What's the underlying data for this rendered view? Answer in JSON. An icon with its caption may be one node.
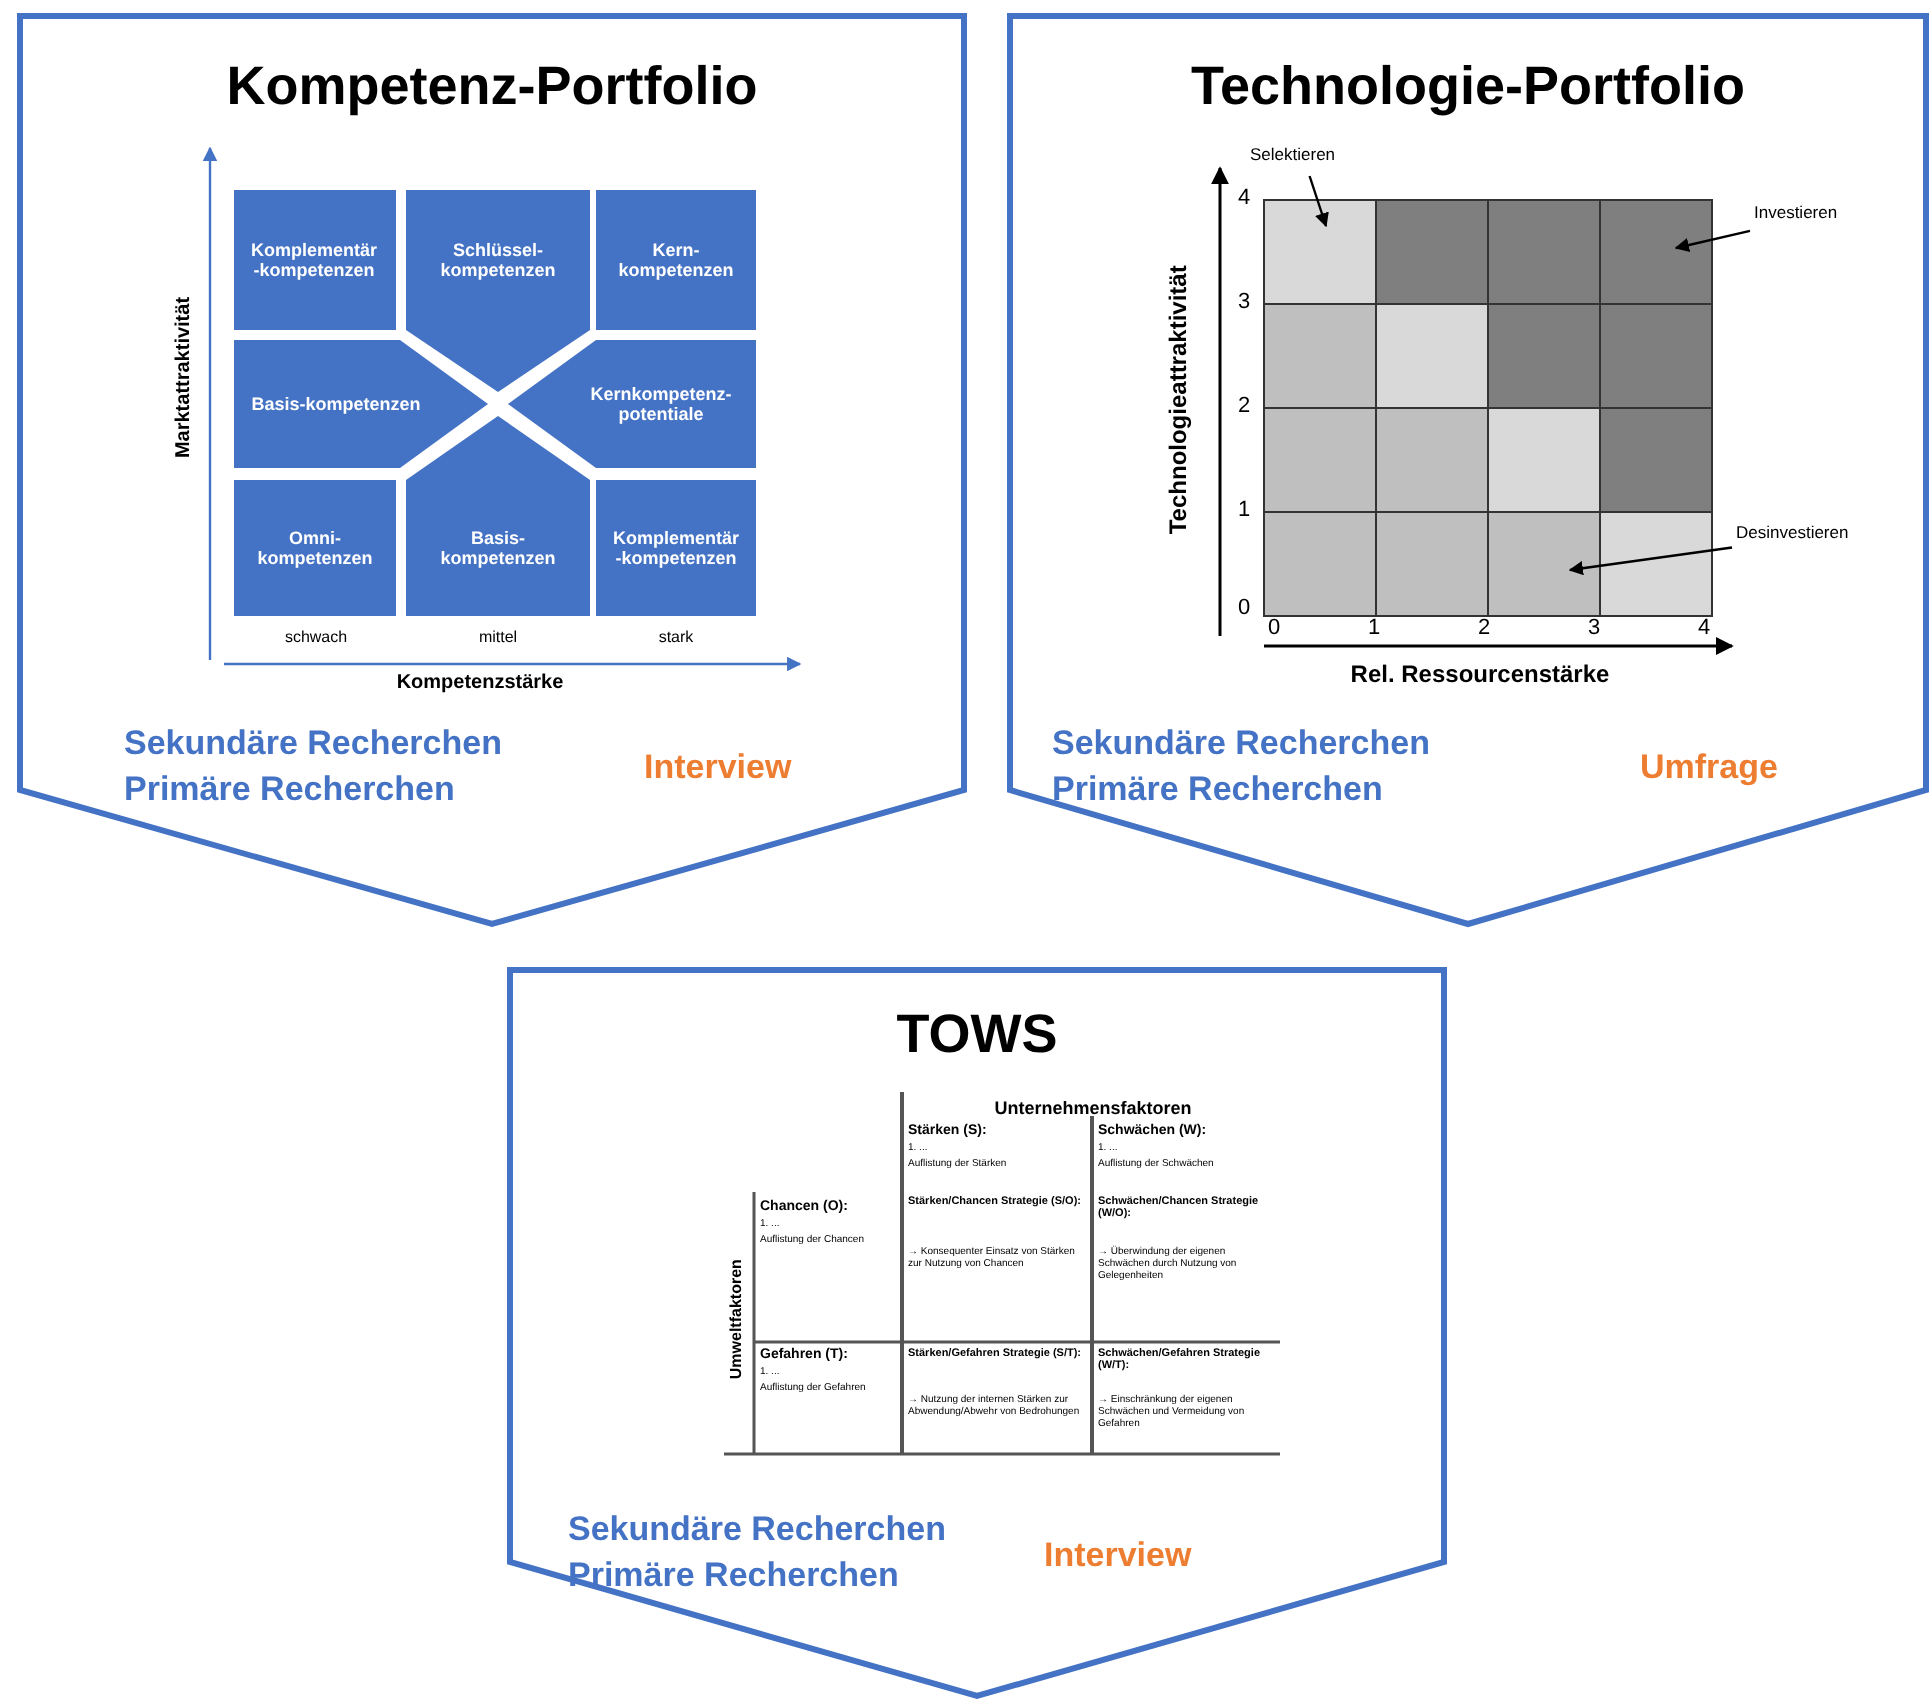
{
  "diagram": {
    "nodes": [
      {
        "text": [
          "Kompetenz-Portfolio",
          "Sekundäre Recherchen",
          "Primäre Recherchen",
          "Interview"
        ]
      },
      {
        "text": [
          "Komplementär -kompetenzen"
        ],
        "in": 0
      },
      {
        "text": [
          "Schlüssel- kompetenzen"
        ],
        "in": 0
      },
      {
        "text": [
          "Kern- kompetenzen"
        ],
        "in": 0
      },
      {
        "text": [
          "Basis-kompetenzen"
        ],
        "in": 0
      },
      {
        "text": [
          "Kernkompetenz- potentiale"
        ],
        "in": 0
      },
      {
        "text": [
          "Omni- kompetenzen"
        ],
        "in": 0
      },
      {
        "text": [
          "Basis- kompetenzen"
        ],
        "in": 0
      },
      {
        "text": [
          "Komplementär -kompetenzen"
        ],
        "in": 0
      },
      {
        "text": [
          "Technologie-Portfolio",
          "Sekundäre Recherchen",
          "Primäre Recherchen",
          "Umfrage"
        ]
      },
      {
        "text": [
          "Selektieren"
        ],
        "in": 9
      },
      {
        "text": [
          "Investieren"
        ],
        "in": 9
      },
      {
        "text": [
          "Desinvestieren"
        ],
        "in": 9
      },
      {
        "text": [
          "TOWS",
          "Sekundäre Recherchen",
          "Primäre Recherchen",
          "Interview"
        ]
      }
    ],
    "edges": [
      {
        "from": 10,
        "to": null,
        "arrow": "to"
      },
      {
        "from": 11,
        "to": null,
        "arrow": "to"
      },
      {
        "from": 12,
        "to": null,
        "arrow": "to"
      }
    ],
    "labels": [
      "Marktattraktivität",
      "schwach",
      "mittel",
      "stark",
      "Kompetenzstärke",
      "Technologieattraktivität",
      "4",
      "3",
      "2",
      "1",
      "0",
      "0",
      "1",
      "2",
      "3",
      "4",
      "Rel. Ressourcenstärke",
      "Unternehmensfaktoren",
      "Stärken (S):",
      "1. ...",
      "Auflistung der Stärken",
      "Schwächen (W):",
      "1. ...",
      "Auflistung der Schwächen",
      "Umweltfaktoren",
      "Chancen (O):",
      "1. ...",
      "Auflistung der Chancen",
      "Stärken/Chancen Strategie (S/O):",
      "→ Konsequenter Einsatz von Stärken zur Nutzung von Chancen",
      "Schwächen/Chancen Strategie (W/O):",
      "→ Überwindung der eigenen Schwächen durch Nutzung von Gelegenheiten",
      "Gefahren (T):",
      "1. ...",
      "Auflistung der Gefahren",
      "Stärken/Gefahren Strategie (S/T):",
      "→ Nutzung der internen Stärken zur Abwendung/Abwehr von Bedrohungen",
      "Schwächen/Gefahren Strategie (W/T):",
      "→ Einschränkung der eigenen Schwächen und Vermeidung von Gefahren"
    ]
  }
}
